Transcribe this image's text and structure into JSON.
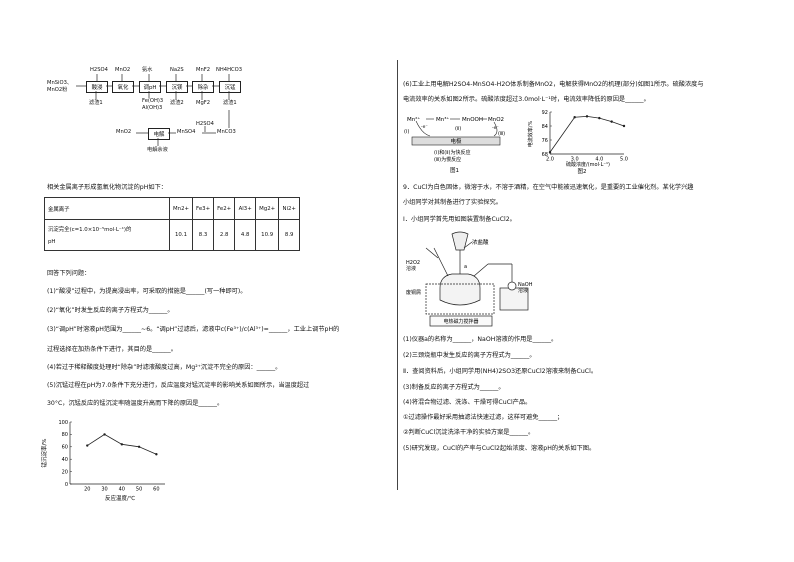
{
  "flow": {
    "ore": [
      "MnSiO3、",
      "MnO2粉"
    ],
    "reagents": [
      "H2SO4",
      "MnO2",
      "氨水",
      "Na2S",
      "MnF2",
      "NH4HCO3"
    ],
    "steps": [
      "酸浸",
      "氧化",
      "调pH",
      "沉镁",
      "除杂",
      "沉锰"
    ],
    "residues": [
      "滤渣1",
      "滤渣2",
      "MgF2",
      "滤渣1"
    ],
    "residue_ph": [
      "Fe(OH)3",
      "Al(OH)3"
    ],
    "bottom_h2so4": "H2SO4",
    "electrolysis": "电解",
    "mno2": "MnO2",
    "mnso4": "MnSO4",
    "mnco3": "MnCO3",
    "residual_liquid": "电解余液"
  },
  "left": {
    "table_intro": "相关金属离子形成氢氧化物沉淀的pH如下：",
    "table": {
      "row1_header": "金属离子",
      "ions": [
        "Mn2+",
        "Fe3+",
        "Fe2+",
        "Al3+",
        "Mg2+",
        "Ni2+"
      ],
      "row2_header_a": "沉淀完全(c=1.0×10⁻⁵mol·L⁻¹)的",
      "row2_header_b": "pH",
      "values": [
        "10.1",
        "8.3",
        "2.8",
        "4.8",
        "10.9",
        "8.9"
      ]
    },
    "q_intro": "回答下列问题：",
    "q1": "(1)“酸浸”过程中，为提高浸出率，可采取的措施是______(写一种即可)。",
    "q2": "(2)“氧化”时发生反应的离子方程式为______。",
    "q3a": "(3)“调pH”时溶液pH范围为______~6。“调pH”过滤后，滤液中c(Fe³⁺)/c(Al³⁺)=______，工业上调节pH的",
    "q3b": "过程选择在加热条件下进行，其目的是______。",
    "q4": "(4)若过于稀释酸度处理时“除杂”时滤液酸度过高，Mg²⁺沉淀不完全的原因：______。",
    "q5a": "(5)沉锰过程在pH为7.0条件下充分进行，反应温度对锰沉淀率的影响关系如图所示，当温度超过",
    "q5b": "30°C，沉锰反应的锰沉淀率随温度升高而下降的原因是______。"
  },
  "chart_left": {
    "ylabel": "锰沉淀率/%",
    "xlabel": "反应温度/℃",
    "yticks": [
      "0",
      "20",
      "40",
      "60",
      "80",
      "100"
    ],
    "xticks": [
      "20",
      "30",
      "40",
      "50",
      "60"
    ]
  },
  "chart_data": [
    {
      "type": "line",
      "xlabel": "反应温度/℃",
      "ylabel": "锰沉淀率/%",
      "x": [
        20,
        30,
        40,
        50,
        60
      ],
      "y": [
        62,
        80,
        64,
        60,
        48
      ],
      "xlim": [
        10,
        65
      ],
      "ylim": [
        0,
        100
      ]
    },
    {
      "type": "line",
      "xlabel": "硫酸浓度/(mol·L⁻¹)",
      "ylabel": "电流效率/%",
      "x": [
        2.0,
        3.0,
        3.5,
        4.0,
        4.5,
        5.0
      ],
      "y": [
        69,
        89,
        89.5,
        88.5,
        86.5,
        84
      ],
      "xlim": [
        2.0,
        5.0
      ],
      "ylim": [
        68,
        92
      ]
    }
  ],
  "right": {
    "q6a": "(6)工业上用电解H2SO4-MnSO4-H2O体系制备MnO2，电解获得MnO2的机理(部分)如图1所示。硫酸浓度与",
    "q6b": "电流效率的关系如图2所示。硫酸浓度超过3.0mol·L⁻¹时，电流效率降低的原因是______。",
    "fig1": {
      "mn2": "Mn²⁺",
      "mn3": "Mn³⁺",
      "mnooh": "MnOOH",
      "mno2": "MnO2",
      "e1": "-e⁻",
      "e2": "-e⁻",
      "i": "(ⅰ)",
      "ii": "(ⅱ)",
      "iii": "(ⅲ)",
      "electrode": "电极",
      "note1": "(ⅰ)和(ⅱ)为快反应",
      "note2": "(ⅲ)为慢反应",
      "caption": "图1"
    },
    "fig2": {
      "ylabel": "电流效率/%",
      "xlabel": "硫酸浓度/(mol·L⁻¹)",
      "yticks": [
        "68",
        "76",
        "84",
        "92"
      ],
      "xticks": [
        "2.0",
        "3.0",
        "4.0",
        "5.0"
      ],
      "caption": "图2"
    },
    "q9a": "9．CuCl为白色固体，微溶于水，不溶于酒精，在空气中能被迅速氧化，是重要的工业催化剂。某化学兴趣",
    "q9b": "小组同学对其制备进行了实验探究。",
    "partI": "Ⅰ．小组同学首先用如图装置制备CuCl2。",
    "app": {
      "hcl": "浓盐酸",
      "h2o2a": "H2O2",
      "h2o2b": "溶液",
      "a": "a",
      "cu": "废铜屑",
      "naoh": "NaOH",
      "naoh2": "溶液",
      "stirrer": "电热磁力搅拌器"
    },
    "r1": "(1)仪器a的名称为______，NaOH溶液的作用是______。",
    "r2": "(2)三颈烧瓶中发生反应的离子方程式为______。",
    "partII": "Ⅱ．查阅资料后，小组同学用(NH4)2SO3还原CuCl2溶液来制备CuCl。",
    "r3": "(3)制备反应的离子方程式为______。",
    "r4": "(4)将混合物过滤、洗涤、干燥可得CuCl产品。",
    "r4a": "①过滤操作最好采用抽滤法快速过滤，这样可避免______；",
    "r4b": "②判断CuCl沉淀洗涤干净的实验方案是______。",
    "r5": "(5)研究发现，CuCl的产率与CuCl2起始浓度、溶液pH的关系如下图。"
  }
}
